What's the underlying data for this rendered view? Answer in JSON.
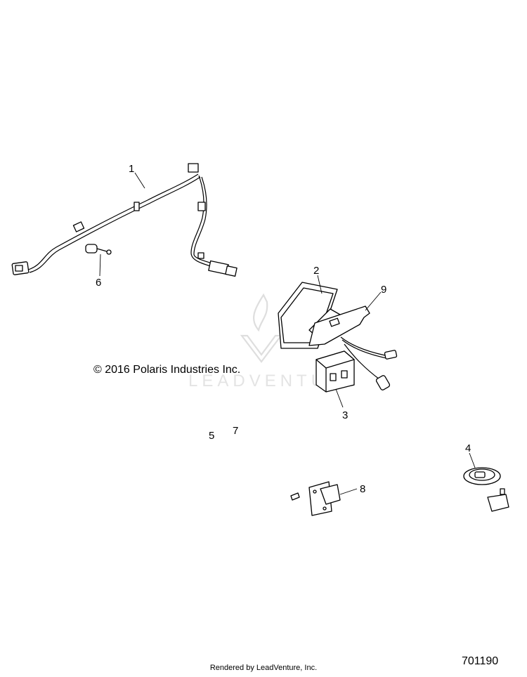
{
  "callouts": [
    {
      "id": "1",
      "label": "1"
    },
    {
      "id": "2",
      "label": "2"
    },
    {
      "id": "3",
      "label": "3"
    },
    {
      "id": "4",
      "label": "4"
    },
    {
      "id": "5",
      "label": "5"
    },
    {
      "id": "6",
      "label": "6"
    },
    {
      "id": "7",
      "label": "7"
    },
    {
      "id": "8",
      "label": "8"
    },
    {
      "id": "9",
      "label": "9"
    }
  ],
  "copyright": "© 2016 Polaris Industries Inc.",
  "watermark": "LEADVENTURE",
  "footer": "Rendered by LeadVenture, Inc.",
  "diagram_id": "701190"
}
